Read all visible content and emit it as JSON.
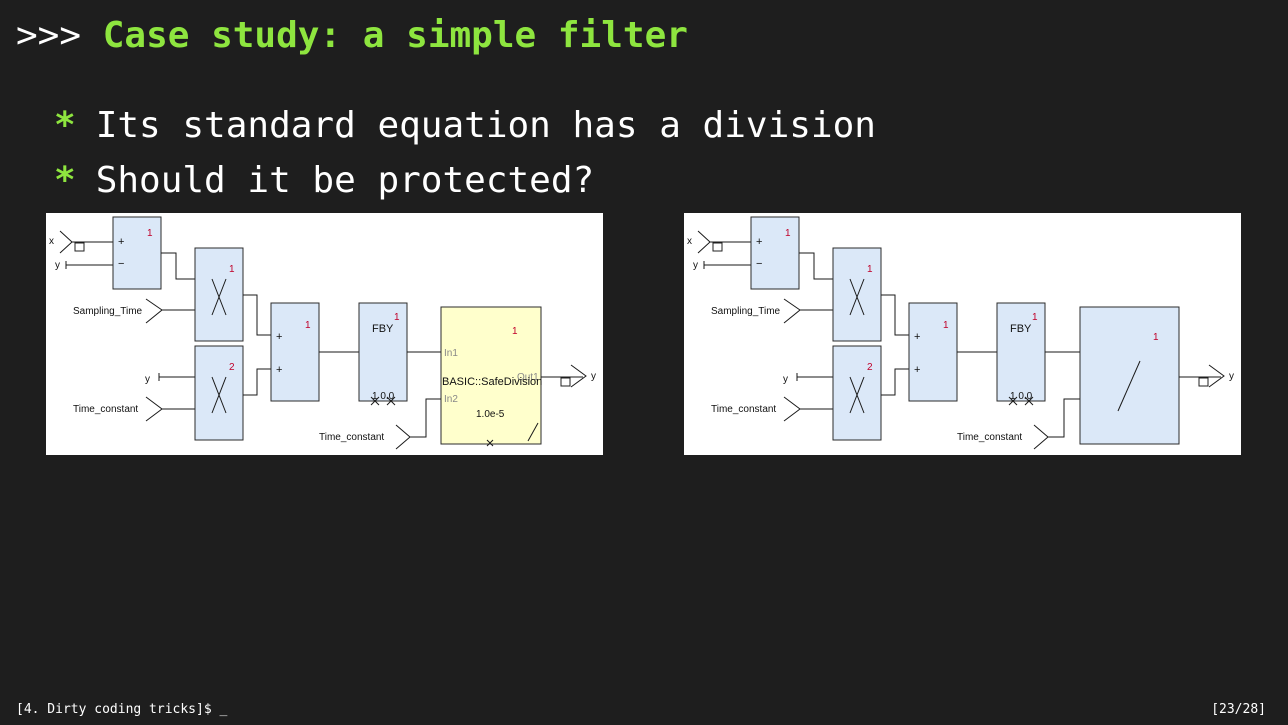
{
  "slide": {
    "prompt": ">>>",
    "title": "Case study: a simple filter",
    "bullet_marker": "*",
    "bullets": [
      "Its standard equation has a division",
      "Should it be protected?"
    ]
  },
  "diagram_left": {
    "inputs": [
      "x",
      "y",
      "Sampling_Time",
      "y",
      "Time_constant",
      "Time_constant"
    ],
    "output": "y",
    "subtract_block": {
      "order": "1",
      "ops": [
        "+",
        "−"
      ]
    },
    "mult_block_1": {
      "order": "1"
    },
    "mult_block_2": {
      "order": "2"
    },
    "add_block": {
      "order": "1"
    },
    "fby_block": {
      "label": "FBY",
      "order": "1",
      "init": "1  0.0"
    },
    "safediv_block": {
      "order": "1",
      "name": "BASIC::SafeDivision",
      "port_in1": "In1",
      "port_in2": "In2",
      "port_out": "Out1",
      "param": "1.0e-5"
    }
  },
  "diagram_right": {
    "inputs": [
      "x",
      "y",
      "Sampling_Time",
      "y",
      "Time_constant",
      "Time_constant"
    ],
    "output": "y",
    "subtract_block": {
      "order": "1"
    },
    "mult_block_1": {
      "order": "1"
    },
    "mult_block_2": {
      "order": "2"
    },
    "add_block": {
      "order": "1"
    },
    "fby_block": {
      "label": "FBY",
      "order": "1",
      "init": "1  0.0"
    },
    "div_block": {
      "order": "1"
    }
  },
  "footer": {
    "left": "[4. Dirty coding tricks]$ _",
    "right": "[23/28]"
  }
}
